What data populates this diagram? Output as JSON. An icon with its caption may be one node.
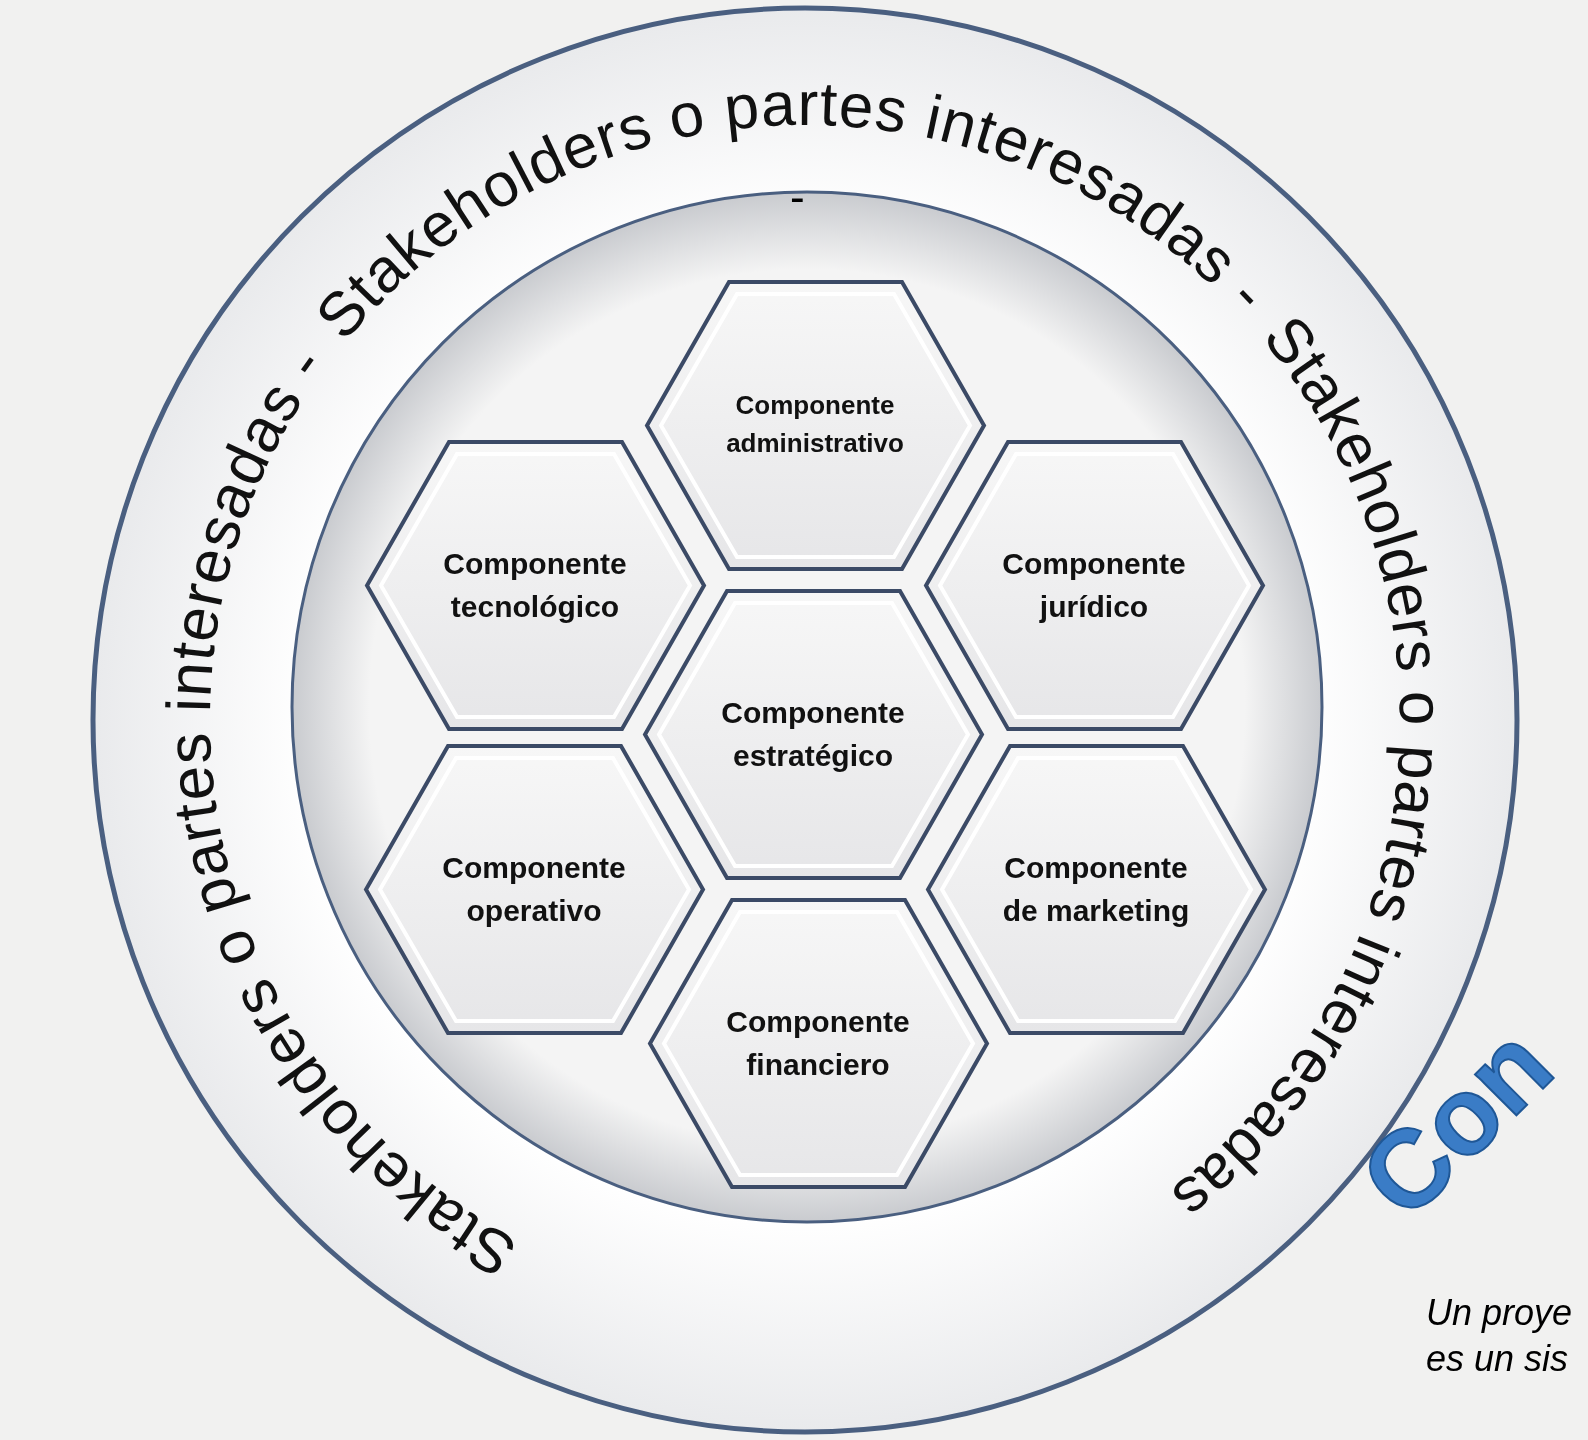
{
  "diagram": {
    "nodes": [
      {
        "text": [
          "Stakeholders o partes interesadas -",
          "Stakeholders o partes interesadas -",
          "Stakeholders o partes interesadas"
        ]
      },
      {
        "text": [
          "Componente administrativo"
        ],
        "in": 0
      },
      {
        "text": [
          "Componente tecnológico"
        ],
        "in": 0
      },
      {
        "text": [
          "Componente jurídico"
        ],
        "in": 0
      },
      {
        "text": [
          "Componente estratégico"
        ],
        "in": 0
      },
      {
        "text": [
          "Componente operativo"
        ],
        "in": 0
      },
      {
        "text": [
          "Componente de marketing"
        ],
        "in": 0
      },
      {
        "text": [
          "Componente financiero"
        ],
        "in": 0
      }
    ],
    "edges": [],
    "labels": [
      "-",
      "Con",
      "Un proye",
      "es un sis"
    ]
  }
}
